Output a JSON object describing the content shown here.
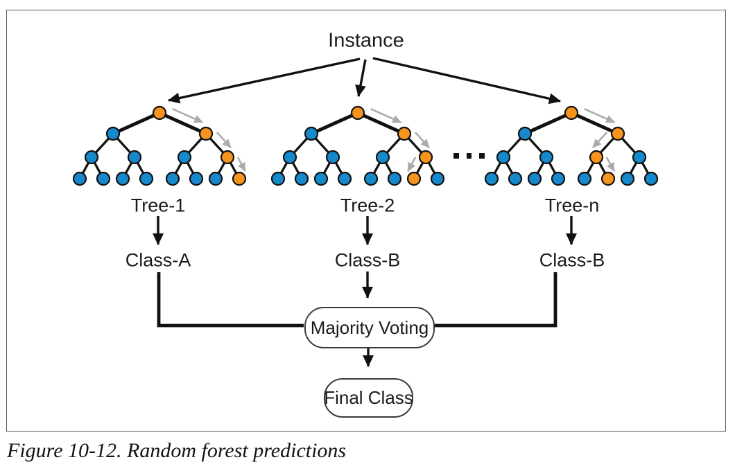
{
  "figure": {
    "caption": "Figure 10-12. Random forest predictions"
  },
  "diagram": {
    "instance_label": "Instance",
    "majority_voting_label": "Majority Voting",
    "final_class_label": "Final Class",
    "ellipsis_icon": "horizontal-ellipsis",
    "colors": {
      "decision_path_node": "#F7941D",
      "tree_node": "#1689CB",
      "line": "#111111",
      "trace_arrow": "#ABABAB"
    },
    "trees": [
      {
        "label": "Tree-1",
        "prediction": "Class-A",
        "decision_path": [
          "",
          "R",
          "RR",
          "RRR"
        ]
      },
      {
        "label": "Tree-2",
        "prediction": "Class-B",
        "decision_path": [
          "",
          "R",
          "RR",
          "RRL"
        ]
      },
      {
        "label": "Tree-n",
        "prediction": "Class-B",
        "decision_path": [
          "",
          "R",
          "RL",
          "RLR"
        ]
      }
    ]
  }
}
